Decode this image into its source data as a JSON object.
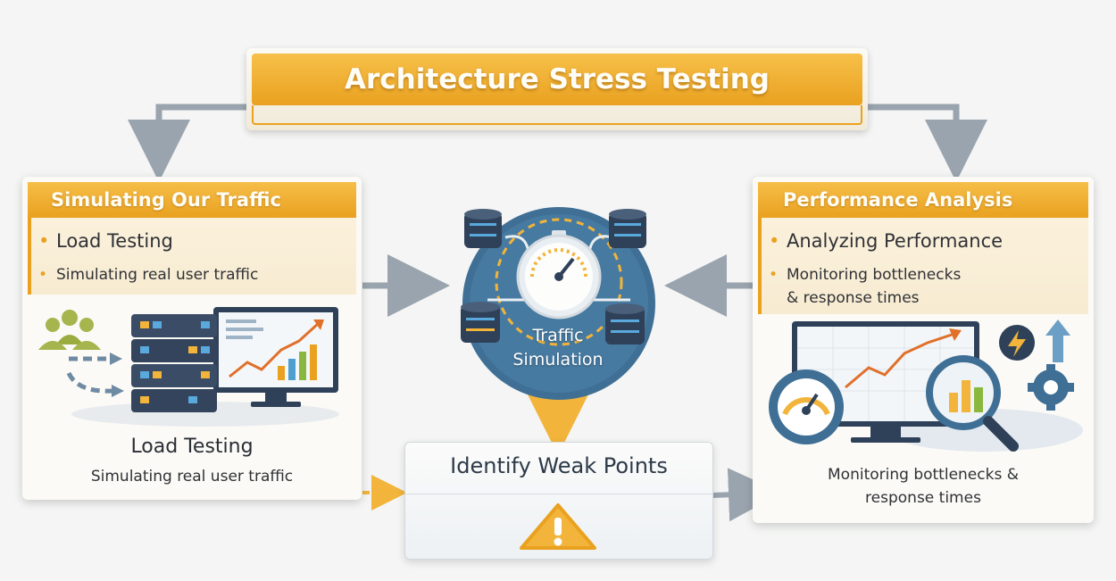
{
  "title": "Architecture Stress Testing",
  "left_card": {
    "header": "Simulating Our Traffic",
    "bullet_main": "Load Testing",
    "bullet_sub": "Simulating real user traffic",
    "caption_title": "Load Testing",
    "caption_text": "Simulating real user traffic"
  },
  "center": {
    "label_line1": "Traffic",
    "label_line2": "Simulation"
  },
  "right_card": {
    "header": "Performance Analysis",
    "bullet_main": "Analyzing Performance",
    "bullet_sub_line1": "Monitoring bottlenecks",
    "bullet_sub_line2": "& response times",
    "caption_line1": "Monitoring bottlenecks &",
    "caption_line2": "response times"
  },
  "weak_points": {
    "title": "Identify Weak Points",
    "icon": "warning-icon"
  },
  "colors": {
    "accent_orange": "#e9a11f",
    "arrow_gray": "#9aa4ae",
    "hub_blue": "#3f6f95",
    "server_navy": "#2f4159"
  }
}
